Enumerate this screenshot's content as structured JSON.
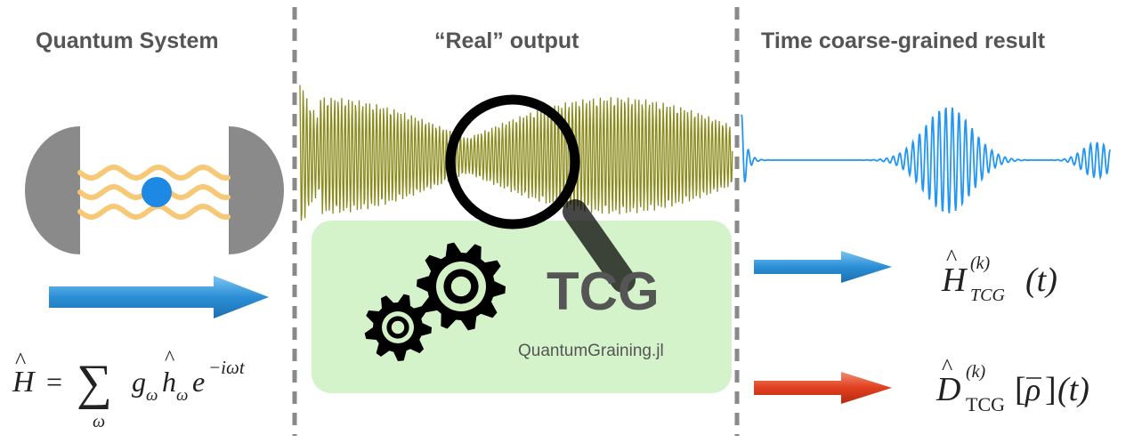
{
  "headings": {
    "left": "Quantum System",
    "middle": "“Real” output",
    "right": "Time coarse-grained result"
  },
  "left_formula": {
    "lhs": "H",
    "equals": "=",
    "sum": "∑",
    "sum_index": "ω",
    "g": "g",
    "g_sub": "ω",
    "h": "h",
    "h_sub": "ω",
    "e": "e",
    "exponent": "−iωt"
  },
  "tcg_box": {
    "label": "TCG",
    "package": "QuantumGraining.jl"
  },
  "right_formulas": {
    "hamiltonian": {
      "symbol": "H",
      "sup": "(k)",
      "sub": "TCG",
      "arg": "(t)"
    },
    "dissipator": {
      "symbol": "D",
      "sup": "(k)",
      "sub": "TCG",
      "bracket": "[",
      "rho": "ρ",
      "bracket_close": "]",
      "arg": "(t)"
    }
  },
  "colors": {
    "heading": "#555555",
    "mirror": "#8a8a8a",
    "photon_wave": "#f7c977",
    "atom": "#1e88e5",
    "real_signal": "#8a8a1a",
    "tcg_signal": "#2196f3",
    "tcg_box": "#d2f2c6",
    "divider": "#8a8a8a",
    "blue_arrow": "#2b8fd6",
    "red_arrow": "#e0401f",
    "magnifier": "#000000"
  },
  "icons": [
    "cavity-mirror-icon",
    "atom-icon",
    "magnifying-glass-icon",
    "gear-icon"
  ]
}
